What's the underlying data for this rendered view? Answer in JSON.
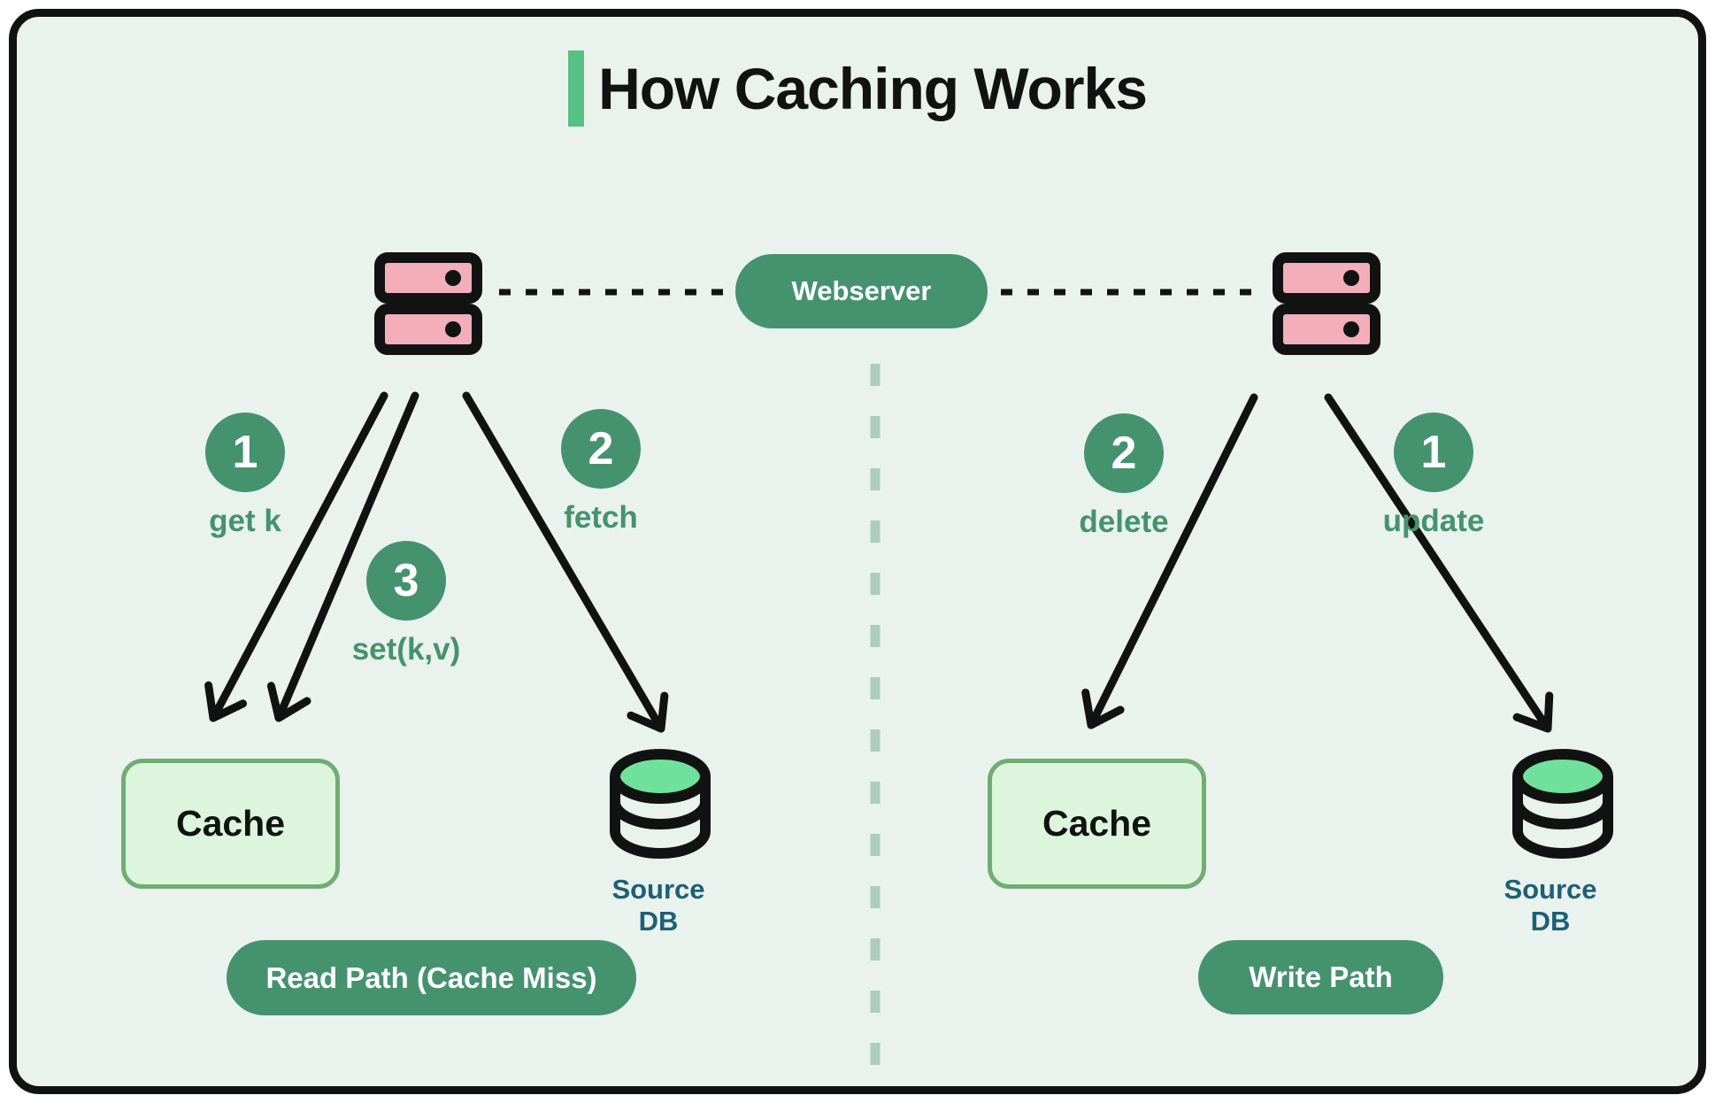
{
  "title": {
    "text": "How Caching Works"
  },
  "webserver": {
    "label": "Webserver"
  },
  "read": {
    "badge": "Read Path (Cache Miss)",
    "cache": "Cache",
    "db": {
      "line1": "Source",
      "line2": "DB"
    },
    "steps": [
      {
        "num": "1",
        "label": "get k"
      },
      {
        "num": "2",
        "label": "fetch"
      },
      {
        "num": "3",
        "label": "set(k,v)"
      }
    ]
  },
  "write": {
    "badge": "Write Path",
    "cache": "Cache",
    "db": {
      "line1": "Source",
      "line2": "DB"
    },
    "steps": [
      {
        "num": "2",
        "label": "delete"
      },
      {
        "num": "1",
        "label": "update"
      }
    ]
  },
  "colors": {
    "background": "#e9f2ed",
    "ink": "#101311",
    "green": "#45926f",
    "accent": "#57c184",
    "pink": "#f3aeba",
    "cache_fill": "#ddf5dc",
    "cache_border": "#70ad74",
    "db_top": "#70e19c",
    "db_text": "#1c6077",
    "divider": "#accdbb"
  }
}
